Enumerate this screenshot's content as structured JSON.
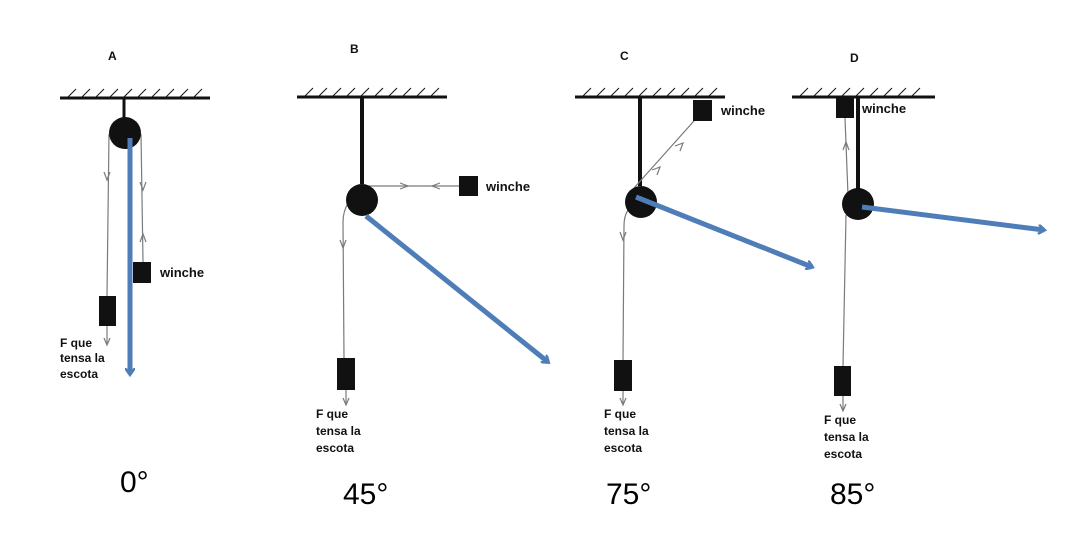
{
  "colors": {
    "arrow": "#4f7db7",
    "ink": "#111111",
    "rope": "#7a7a7a"
  },
  "winch_label": "winche",
  "force_label": [
    "F que",
    "tensa la",
    "escota"
  ],
  "panels": [
    {
      "letter": "A",
      "angle": "0°"
    },
    {
      "letter": "B",
      "angle": "45°"
    },
    {
      "letter": "C",
      "angle": "75°"
    },
    {
      "letter": "D",
      "angle": "85°"
    }
  ]
}
